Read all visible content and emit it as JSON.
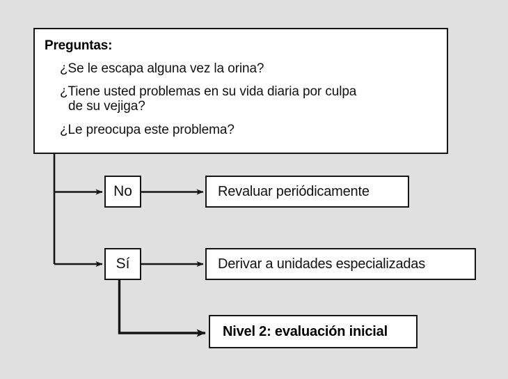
{
  "diagram": {
    "title_block": {
      "heading": "Preguntas:",
      "questions": [
        {
          "text": "¿Se le escapa alguna vez la orina?",
          "continuation": ""
        },
        {
          "text": "¿Tiene usted problemas en su vida diaria por culpa",
          "continuation": "de  su vejiga?"
        },
        {
          "text": "¿Le preocupa este problema?",
          "continuation": ""
        }
      ]
    },
    "decisions": [
      {
        "label": "No"
      },
      {
        "label": "Sí"
      }
    ],
    "outcomes": [
      {
        "label": "Revaluar periódicamente"
      },
      {
        "label": "Derivar a unidades especializadas"
      },
      {
        "label": "Nivel 2: evaluación inicial"
      }
    ]
  },
  "colors": {
    "background": "#e0e0e0",
    "box_fill": "#ffffff",
    "stroke": "#151515",
    "text": "#111111"
  }
}
